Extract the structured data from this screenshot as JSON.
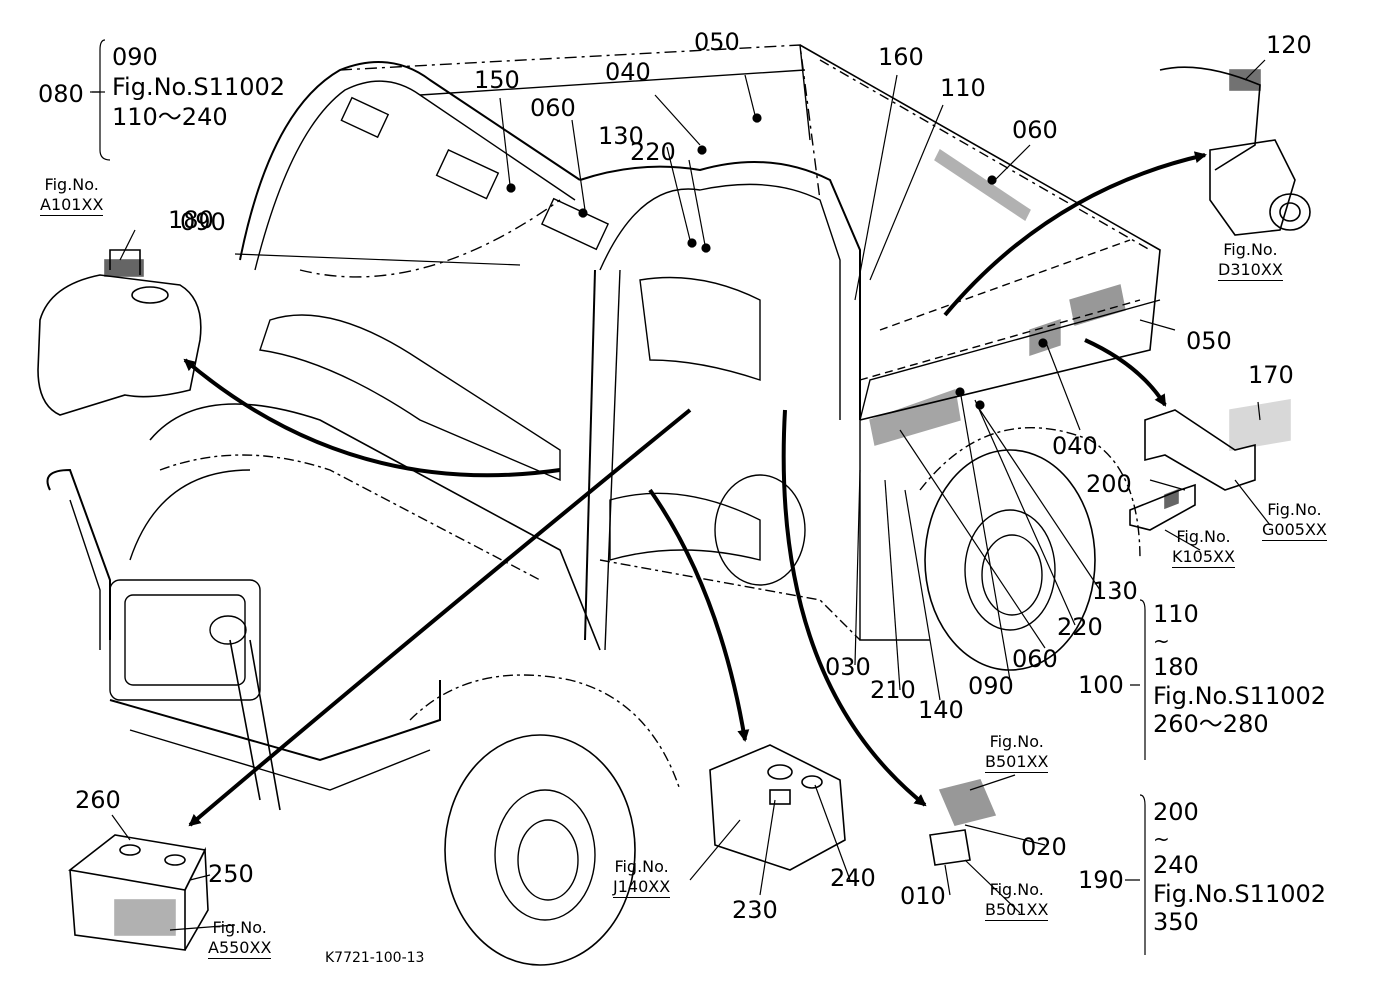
{
  "drawing_code": "K7721-100-13",
  "callouts": {
    "c010": "010",
    "c020": "020",
    "c030": "030",
    "c040a": "040",
    "c040b": "040",
    "c050a": "050",
    "c050b": "050",
    "c060a": "060",
    "c060b": "060",
    "c060c": "060",
    "c080": "080",
    "c090a": "090",
    "c090b": "090",
    "c100": "100",
    "c110": "110",
    "c120": "120",
    "c130a": "130",
    "c130b": "130",
    "c140": "140",
    "c150": "150",
    "c160": "160",
    "c170": "170",
    "c180": "180",
    "c190": "190",
    "c200": "200",
    "c210": "210",
    "c220a": "220",
    "c220b": "220",
    "c230": "230",
    "c240": "240",
    "c250": "250",
    "c260": "260"
  },
  "fig_refs": {
    "a101": {
      "prefix": "Fig.No.",
      "code": "A101XX"
    },
    "d310": {
      "prefix": "Fig.No.",
      "code": "D310XX"
    },
    "g005": {
      "prefix": "Fig.No.",
      "code": "G005XX"
    },
    "k105": {
      "prefix": "Fig.No.",
      "code": "K105XX"
    },
    "b501a": {
      "prefix": "Fig.No.",
      "code": "B501XX"
    },
    "b501b": {
      "prefix": "Fig.No.",
      "code": "B501XX"
    },
    "j140": {
      "prefix": "Fig.No.",
      "code": "J140XX"
    },
    "a550": {
      "prefix": "Fig.No.",
      "code": "A550XX"
    }
  },
  "groups": {
    "g080": {
      "start": "090",
      "fig": "Fig.No.S11002",
      "range": "110～240"
    },
    "g100": {
      "start": "110",
      "tilde": "~",
      "end": "180",
      "fig": "Fig.No.S11002",
      "range": "260～280"
    },
    "g190": {
      "start": "200",
      "tilde": "~",
      "end": "240",
      "fig": "Fig.No.S11002",
      "range": "350"
    }
  }
}
